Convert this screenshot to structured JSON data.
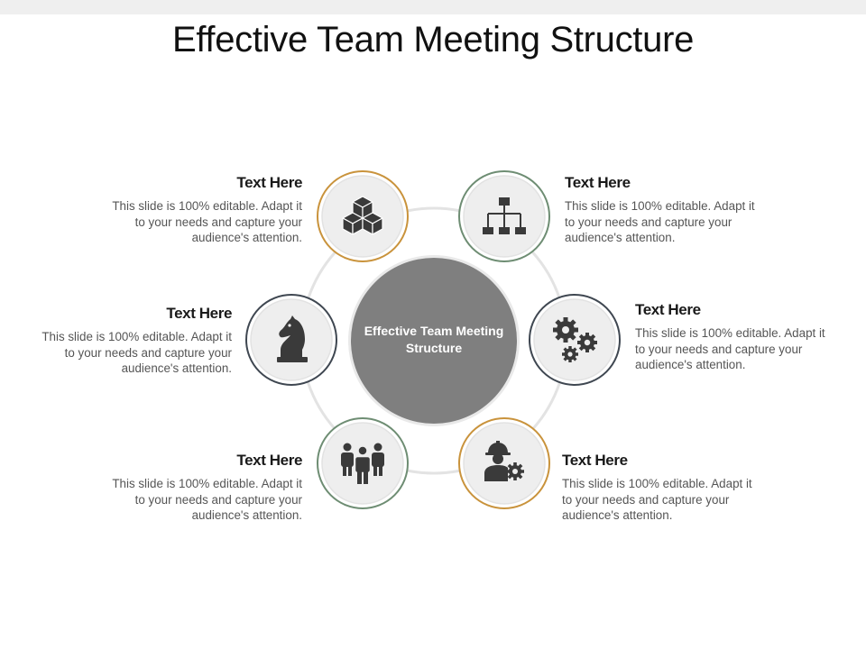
{
  "title": "Effective Team Meeting Structure",
  "center": {
    "label": "Effective Team Meeting Structure",
    "color": "#7f7f7f"
  },
  "ring_color": "#e3e3e3",
  "items": [
    {
      "position": "top-left",
      "heading": "Text Here",
      "text": "This slide is 100% editable. Adapt it to your needs and capture your audience's attention.",
      "icon": "cubes-icon",
      "border_color": "#c9933c"
    },
    {
      "position": "top-right",
      "heading": "Text Here",
      "text": "This slide is 100% editable. Adapt it to your needs and capture your audience's attention.",
      "icon": "org-chart-icon",
      "border_color": "#6e8d73"
    },
    {
      "position": "middle-left",
      "heading": "Text Here",
      "text": "This slide is 100% editable. Adapt it to your needs and capture your audience's attention.",
      "icon": "chess-knight-icon",
      "border_color": "#3f4751"
    },
    {
      "position": "middle-right",
      "heading": "Text Here",
      "text": "This slide is 100% editable. Adapt it to your needs and capture your audience's attention.",
      "icon": "gears-icon",
      "border_color": "#3f4751"
    },
    {
      "position": "bottom-left",
      "heading": "Text Here",
      "text": "This slide is 100% editable. Adapt it to your needs and capture your audience's attention.",
      "icon": "team-people-icon",
      "border_color": "#6e8d73"
    },
    {
      "position": "bottom-right",
      "heading": "Text Here",
      "text": "This slide is 100% editable. Adapt it to your needs and capture your audience's attention.",
      "icon": "engineer-gear-icon",
      "border_color": "#c9933c"
    }
  ]
}
